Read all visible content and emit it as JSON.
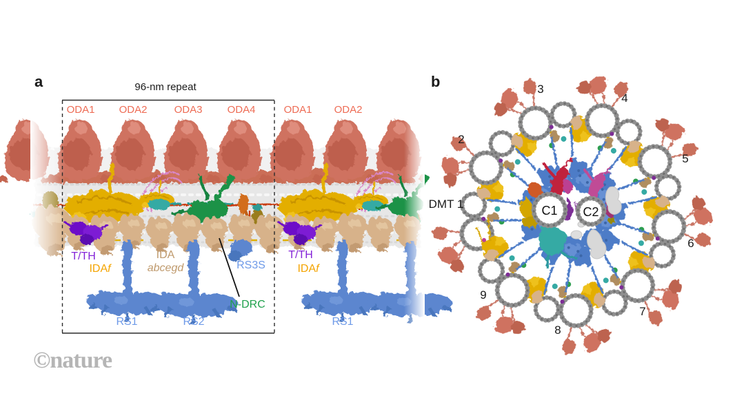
{
  "figure": {
    "panel_a": {
      "letter": "a",
      "repeat_label": "96-nm repeat",
      "oda_labels": [
        "ODA1",
        "ODA2",
        "ODA3",
        "ODA4",
        "ODA1",
        "ODA2"
      ],
      "t_th": "T/TH",
      "ida_f": {
        "base": "IDA",
        "suffix": "f"
      },
      "t_th_right": "T/TH",
      "ida_f_right": {
        "base": "IDA",
        "suffix": "f"
      },
      "ida_group": {
        "line1": "IDA",
        "line2": "abcegd"
      },
      "rs3s": "RS3S",
      "n_drc": "N-DRC",
      "rs_labels": [
        "RS1",
        "RS2",
        "RS1"
      ]
    },
    "panel_b": {
      "letter": "b",
      "dmt_label": "DMT 1",
      "numbers": [
        "2",
        "3",
        "4",
        "5",
        "6",
        "7",
        "8",
        "9"
      ],
      "c1": "C1",
      "c2": "C2"
    },
    "watermark": "©nature"
  },
  "colors": {
    "oda_label_salmon": "#ee6c55",
    "structure_salmon": "#cf7260",
    "structure_salmon_dark": "#b85947",
    "t_th_purple_label": "#8424d8",
    "structure_purple": "#6d10c8",
    "ida_f_gold_label": "#f4a400",
    "structure_gold": "#e3ae00",
    "ida_tan_label": "#bf9a6d",
    "structure_tan": "#d7b28a",
    "rs_blue_label": "#6e9ae8",
    "structure_blue": "#5b86cf",
    "spokehead_blue": "#4d7cc7",
    "n_drc_green_label": "#1fa14c",
    "structure_green": "#1c9247",
    "teal": "#35aaa4",
    "red_filament": "#c93a10",
    "pink_strand": "#d987c9",
    "orange": "#d26d1e",
    "crimson": "#c0203e",
    "magenta": "#c04b96",
    "microtubule_bead_gray": "#8f8f8f",
    "band_gray": "#e7e7e7",
    "cp_density_gray": "#d8d8d8",
    "watermark_gray": "#b5b5b5",
    "label_black": "#1a1a1a"
  }
}
